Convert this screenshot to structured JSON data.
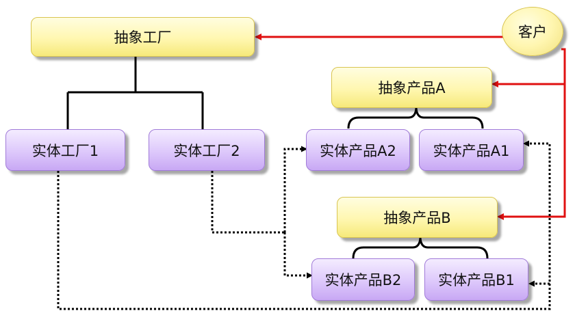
{
  "nodes": {
    "abstract_factory": "抽象工厂",
    "client": "客户",
    "factory1": "实体工厂1",
    "factory2": "实体工厂2",
    "abstract_product_a": "抽象产品A",
    "abstract_product_b": "抽象产品B",
    "product_a2": "实体产品A2",
    "product_a1": "实体产品A1",
    "product_b2": "实体产品B2",
    "product_b1": "实体产品B1"
  },
  "colors": {
    "client_arrow": "#e01010",
    "dependency_line": "#000000",
    "inheritance_line": "#000000"
  }
}
